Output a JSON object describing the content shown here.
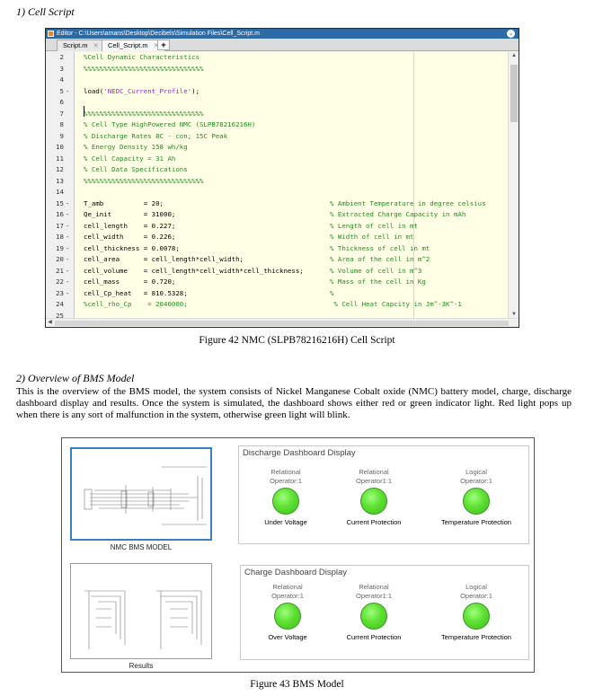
{
  "section1": {
    "heading": "1)   Cell Script"
  },
  "editor": {
    "title": "Editor - C:\\Users\\amans\\Desktop\\Decibels\\Simulation Files\\Cell_Script.m",
    "tabs": [
      {
        "label": "Script.m"
      },
      {
        "label": "Cell_Script.m"
      }
    ],
    "add_tab_label": "+",
    "lines": [
      {
        "n": "2",
        "dash": "",
        "code": "%Cell Dynamic Characteristics",
        "cls": "cmt",
        "tail": ""
      },
      {
        "n": "3",
        "dash": "",
        "code": "%%%%%%%%%%%%%%%%%%%%%%%%%%%%%%",
        "cls": "cmt",
        "tail": ""
      },
      {
        "n": "4",
        "dash": "",
        "code": "",
        "cls": "",
        "tail": ""
      },
      {
        "n": "5",
        "dash": "-",
        "code": "load('NEDC_Current_Profile');",
        "cls": "load",
        "tail": ""
      },
      {
        "n": "6",
        "dash": "",
        "code": "",
        "cls": "",
        "tail": ""
      },
      {
        "n": "7",
        "dash": "",
        "code": "%%%%%%%%%%%%%%%%%%%%%%%%%%%%%%",
        "cls": "cmt",
        "tail": ""
      },
      {
        "n": "8",
        "dash": "",
        "code": "% Cell Type HighPowered NMC (SLPB78216216H)",
        "cls": "cmt",
        "tail": ""
      },
      {
        "n": "9",
        "dash": "",
        "code": "% Discharge Rates 8C - con; 15C Peak",
        "cls": "cmt",
        "tail": ""
      },
      {
        "n": "10",
        "dash": "",
        "code": "% Energy Density 158 wh/kg",
        "cls": "cmt",
        "tail": ""
      },
      {
        "n": "11",
        "dash": "",
        "code": "% Cell Capacity = 31 Ah",
        "cls": "cmt",
        "tail": ""
      },
      {
        "n": "12",
        "dash": "",
        "code": "% Cell Data Specifications",
        "cls": "cmt",
        "tail": ""
      },
      {
        "n": "13",
        "dash": "",
        "code": "%%%%%%%%%%%%%%%%%%%%%%%%%%%%%%",
        "cls": "cmt",
        "tail": ""
      },
      {
        "n": "14",
        "dash": "",
        "code": "",
        "cls": "",
        "tail": ""
      },
      {
        "n": "15",
        "dash": "-",
        "code": "T_amb          = 20;",
        "cls": "",
        "tail": "% Ambient Temperature in degree celsius"
      },
      {
        "n": "16",
        "dash": "-",
        "code": "Qe_init        = 31000;",
        "cls": "",
        "tail": "% Extracted Charge Capacity in mAh"
      },
      {
        "n": "17",
        "dash": "-",
        "code": "cell_length    = 0.227;",
        "cls": "",
        "tail": "% Length of cell in mt"
      },
      {
        "n": "18",
        "dash": "-",
        "code": "cell_width     = 0.226;",
        "cls": "",
        "tail": "% Width of cell in mt"
      },
      {
        "n": "19",
        "dash": "-",
        "code": "cell_thickness = 0.0078;",
        "cls": "",
        "tail": "% Thickness of cell in mt"
      },
      {
        "n": "20",
        "dash": "-",
        "code": "cell_area      = cell_length*cell_width;",
        "cls": "",
        "tail": "% Area of the cell in m^2"
      },
      {
        "n": "21",
        "dash": "-",
        "code": "cell_volume    = cell_length*cell_width*cell_thickness;",
        "cls": "",
        "tail": "% Volume of cell in m^3"
      },
      {
        "n": "22",
        "dash": "-",
        "code": "cell_mass      = 0.720;",
        "cls": "",
        "tail": "% Mass of the cell in Kg"
      },
      {
        "n": "23",
        "dash": "-",
        "code": "cell_Cp_heat   = 810.5328;",
        "cls": "",
        "tail": "%"
      },
      {
        "n": "24",
        "dash": "",
        "code": "%cell_rho_Cp    = 2040000;",
        "cls": "cmt",
        "tail": " % Cell Heat Capcity in Jm^-3K^-1"
      },
      {
        "n": "25",
        "dash": "",
        "code": "",
        "cls": "",
        "tail": ""
      }
    ]
  },
  "figure42": {
    "caption": "Figure 42 NMC (SLPB78216216H) Cell Script"
  },
  "section2": {
    "heading": "2)   Overview of BMS Model",
    "paragraph": "This is the overview of  the BMS model, the system consists of Nickel Manganese Cobalt oxide (NMC) battery model, charge, discharge dashboard display and results. Once the system is simulated, the dashboard shows either red or green indicator light. Red light pops up when there is any sort of malfunction in the system, otherwise green light will blink."
  },
  "bms": {
    "nmc_label": "NMC BMS MODEL",
    "results_label": "Results",
    "discharge": {
      "title": "Discharge Dashboard Display",
      "indicators": [
        {
          "top": "Relational",
          "top2": "Operator:1",
          "label": "Under Voltage",
          "state": "green"
        },
        {
          "top": "Relational",
          "top2": "Operator1:1",
          "label": "Current Protection",
          "state": "green"
        },
        {
          "top": "Logical",
          "top2": "Operator:1",
          "label": "Temperature Protection",
          "state": "green"
        }
      ]
    },
    "charge": {
      "title": "Charge Dashboard Display",
      "indicators": [
        {
          "top": "Relational",
          "top2": "Operator:1",
          "label": "Over Voltage",
          "state": "green"
        },
        {
          "top": "Relational",
          "top2": "Operator1:1",
          "label": "Current Protection",
          "state": "green"
        },
        {
          "top": "Logical",
          "top2": "Operator:1",
          "label": "Temperature Protection",
          "state": "green"
        }
      ]
    },
    "lamp_color": "#5fe033"
  },
  "figure43": {
    "caption": "Figure 43 BMS Model"
  }
}
